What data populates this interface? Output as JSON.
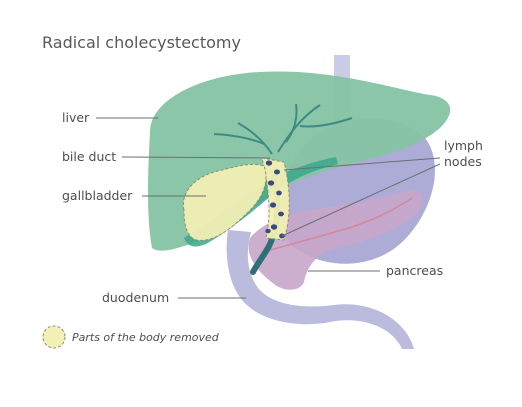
{
  "title": "Radical cholecystectomy",
  "labels": {
    "liver": "liver",
    "bile_duct": "bile duct",
    "gallbladder": "gallbladder",
    "duodenum": "duodenum",
    "lymph_nodes_line1": "lymph",
    "lymph_nodes_line2": "nodes",
    "pancreas": "pancreas"
  },
  "legend": {
    "text": "Parts of the body removed"
  },
  "colors": {
    "liver": "#86c4a4",
    "liver_dark": "#39a88c",
    "stomach": "#a8a8d6",
    "duodenum": "#b8b8dc",
    "pancreas": "#c7a7c9",
    "removed_fill": "#f2f0b4",
    "removed_outline": "#8c8e72",
    "lymph_node": "#3b4a7d",
    "bile_duct": "#3f8b84"
  }
}
